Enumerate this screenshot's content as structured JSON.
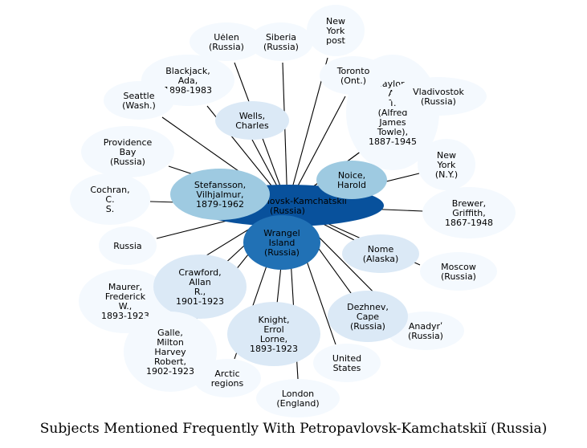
{
  "title": "Subjects Mentioned Frequently With Petropavlovsk-Kamchatskiĭ (Russia)",
  "center": "Petropavlovsk-Kamchatskiĭ (Russia)",
  "colors": {
    "pale": "#f4f9fe",
    "light": "#dbe9f6",
    "medium": "#9ecae1",
    "strong": "#2171b5",
    "darkest": "#08519c",
    "edge": "#000000"
  },
  "nodes": [
    {
      "id": "uelen",
      "label": "Uėlen (Russia)"
    },
    {
      "id": "siberia",
      "label": "Siberia (Russia)"
    },
    {
      "id": "new-york-post",
      "label": "New York post"
    },
    {
      "id": "blackjack",
      "label": "Blackjack, Ada, 1898-1983"
    },
    {
      "id": "toronto",
      "label": "Toronto (Ont.)"
    },
    {
      "id": "taylor",
      "label": "Taylor, A. T. (Alfred James Towle), 1887-1945"
    },
    {
      "id": "vladivostok",
      "label": "Vladivostok (Russia)"
    },
    {
      "id": "seattle",
      "label": "Seattle (Wash.)"
    },
    {
      "id": "wells",
      "label": "Wells, Charles"
    },
    {
      "id": "providence",
      "label": "Providence Bay (Russia)"
    },
    {
      "id": "new-york-ny",
      "label": "New York (N.Y.)"
    },
    {
      "id": "noice",
      "label": "Noice, Harold"
    },
    {
      "id": "stefansson",
      "label": "Stefansson, Vilhjalmur, 1879-1962"
    },
    {
      "id": "cochran",
      "label": "Cochran, C. S."
    },
    {
      "id": "brewer",
      "label": "Brewer, Griffith, 1867-1948"
    },
    {
      "id": "wrangel",
      "label": "Wrangel Island (Russia)"
    },
    {
      "id": "russia",
      "label": "Russia"
    },
    {
      "id": "nome",
      "label": "Nome (Alaska)"
    },
    {
      "id": "moscow",
      "label": "Moscow (Russia)"
    },
    {
      "id": "crawford",
      "label": "Crawford, Allan R., 1901-1923"
    },
    {
      "id": "maurer",
      "label": "Maurer, Frederick W., 1893-1923"
    },
    {
      "id": "dezhnev",
      "label": "Dezhnev, Cape (Russia)"
    },
    {
      "id": "anadyr",
      "label": "Anadyrʹ (Russia)"
    },
    {
      "id": "knight",
      "label": "Knight, Errol Lorne, 1893-1923"
    },
    {
      "id": "galle",
      "label": "Galle, Milton Harvey Robert, 1902-1923"
    },
    {
      "id": "united-states",
      "label": "United States"
    },
    {
      "id": "arctic",
      "label": "Arctic regions"
    },
    {
      "id": "london",
      "label": "London (England)"
    }
  ]
}
